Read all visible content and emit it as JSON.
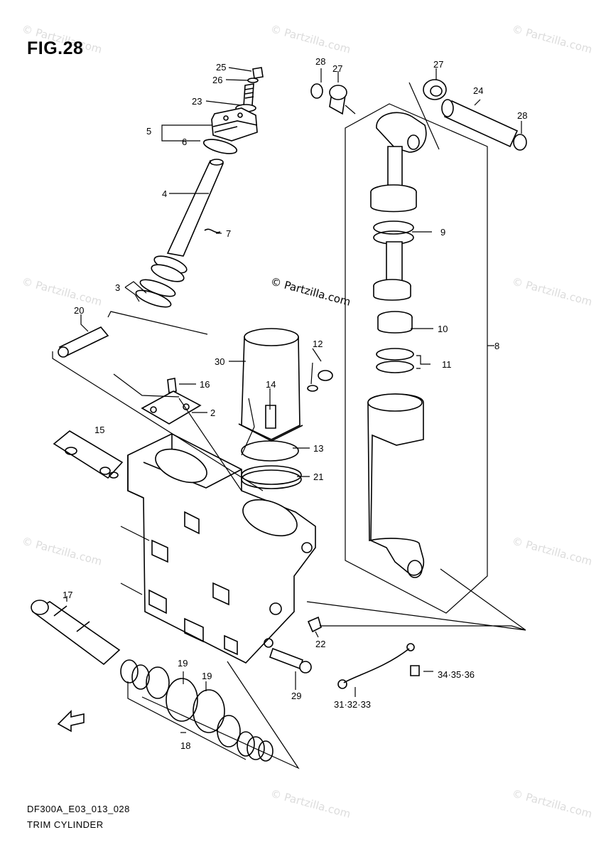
{
  "figure": {
    "title": "FIG.28",
    "diagram_code": "DF300A_E03_013_028",
    "diagram_name": "TRIM CYLINDER"
  },
  "watermark": {
    "text": "© Partzilla.com",
    "brand": "Partzilla.com"
  },
  "callouts": {
    "c25": "25",
    "c26": "26",
    "c23": "23",
    "c5": "5",
    "c6": "6",
    "c4": "4",
    "c7": "7",
    "c3": "3",
    "c20": "20",
    "c16": "16",
    "c2": "2",
    "c15": "15",
    "c30": "30",
    "c14": "14",
    "c12": "12",
    "c13": "13",
    "c21": "21",
    "c28a": "28",
    "c27a": "27",
    "c27b": "27",
    "c24": "24",
    "c28b": "28",
    "c9": "9",
    "c10": "10",
    "c11": "11",
    "c8": "8",
    "c17": "17",
    "c22": "22",
    "c29": "29",
    "c19a": "19",
    "c19b": "19",
    "c18": "18",
    "c313233": "31·32·33",
    "c343536": "34·35·36"
  },
  "icons": {
    "front_arrow": "fwd-arrow-icon"
  }
}
